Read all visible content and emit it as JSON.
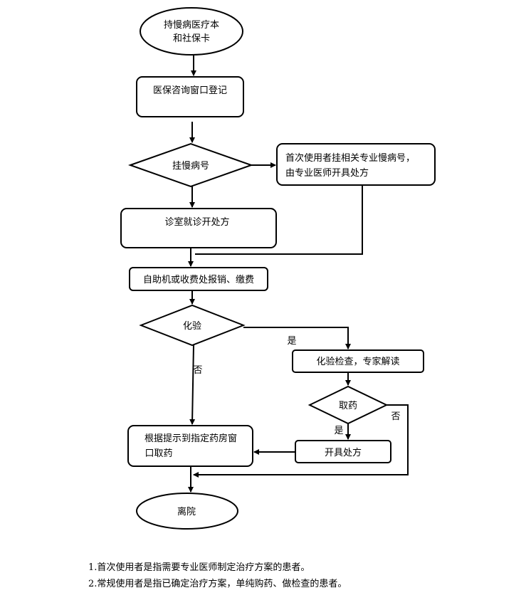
{
  "flowchart": {
    "start": {
      "line1": "持慢病医疗本",
      "line2": "和社保卡"
    },
    "register": "医保咨询窗口登记",
    "chronic_reg": "挂慢病号",
    "first_time": {
      "line1": "首次使用者挂相关专业慢病号，",
      "line2": "由专业医师开具处方"
    },
    "consult": "诊室就诊开处方",
    "payment": "自助机或收费处报销、缴费",
    "lab_test": "化验",
    "lab_yes": "是",
    "lab_no": "否",
    "lab_check": "化验检查，专家解读",
    "get_medicine": "取药",
    "med_yes": "是",
    "med_no": "否",
    "prescribe": "开具处方",
    "pharmacy": {
      "line1": "根据提示到指定药房窗",
      "line2": "口取药"
    },
    "leave": "离院"
  },
  "notes": [
    "1.首次使用者是指需要专业医师制定治疗方案的患者。",
    "2.常规使用者是指已确定治疗方案，单纯购药、做检查的患者。"
  ]
}
